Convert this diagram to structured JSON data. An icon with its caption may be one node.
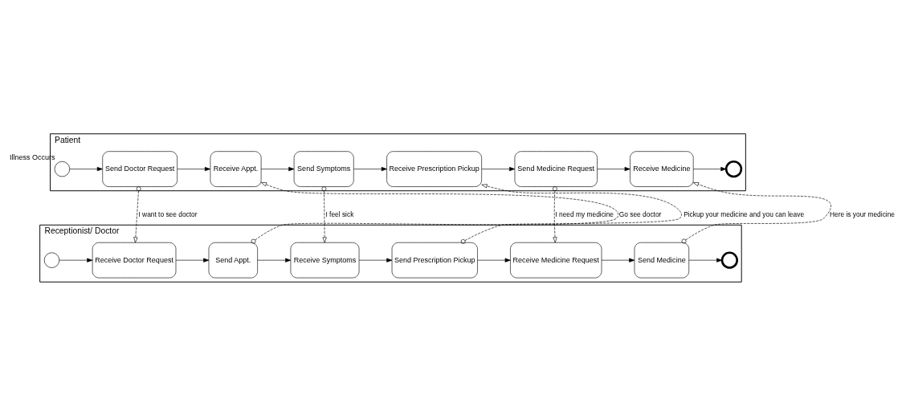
{
  "diagram": {
    "nodes": [
      {
        "text": [
          "Patient"
        ]
      },
      {
        "text": [],
        "shape": "circle",
        "in": 0,
        "beside": [
          "Illness Occurs"
        ]
      },
      {
        "text": [
          "Send Doctor Request"
        ],
        "in": 0
      },
      {
        "text": [
          "Receive Appt."
        ],
        "in": 0
      },
      {
        "text": [
          "Send Symptoms"
        ],
        "in": 0
      },
      {
        "text": [
          "Receive Prescription Pickup"
        ],
        "in": 0
      },
      {
        "text": [
          "Send Medicine Request"
        ],
        "in": 0
      },
      {
        "text": [
          "Receive Medicine"
        ],
        "in": 0
      },
      {
        "text": [],
        "shape": "circle",
        "in": 0
      },
      {
        "text": [
          "Receptionist/ Doctor"
        ]
      },
      {
        "text": [],
        "shape": "circle",
        "in": 9
      },
      {
        "text": [
          "Receive Doctor Request"
        ],
        "in": 9
      },
      {
        "text": [
          "Send Appt."
        ],
        "in": 9
      },
      {
        "text": [
          "Receive Symptoms"
        ],
        "in": 9
      },
      {
        "text": [
          "Send Prescription Pickup"
        ],
        "in": 9
      },
      {
        "text": [
          "Receive Medicine Request"
        ],
        "in": 9
      },
      {
        "text": [
          "Send Medicine"
        ],
        "in": 9
      },
      {
        "text": [],
        "shape": "circle",
        "in": 9
      }
    ],
    "edges": [
      {
        "from": 1,
        "to": 2,
        "arrow": "to"
      },
      {
        "from": 2,
        "to": 3,
        "arrow": "to"
      },
      {
        "from": 3,
        "to": 4,
        "arrow": "to"
      },
      {
        "from": 4,
        "to": 5,
        "arrow": "to"
      },
      {
        "from": 5,
        "to": 6,
        "arrow": "to"
      },
      {
        "from": 6,
        "to": 7,
        "arrow": "to"
      },
      {
        "from": 7,
        "to": 8,
        "arrow": "to"
      },
      {
        "from": 10,
        "to": 11,
        "arrow": "to"
      },
      {
        "from": 11,
        "to": 12,
        "arrow": "to"
      },
      {
        "from": 12,
        "to": 13,
        "arrow": "to"
      },
      {
        "from": 13,
        "to": 14,
        "arrow": "to"
      },
      {
        "from": 14,
        "to": 15,
        "arrow": "to"
      },
      {
        "from": 15,
        "to": 16,
        "arrow": "to"
      },
      {
        "from": 16,
        "to": 17,
        "arrow": "to"
      },
      {
        "from": 2,
        "to": 11,
        "arrow": "to",
        "style": "dashed",
        "label": "I want to see doctor"
      },
      {
        "from": 12,
        "to": 3,
        "arrow": "to",
        "style": "dashed",
        "label": "Go see doctor"
      },
      {
        "from": 4,
        "to": 13,
        "arrow": "to",
        "style": "dashed",
        "label": "I feel sick"
      },
      {
        "from": 14,
        "to": 5,
        "arrow": "to",
        "style": "dashed",
        "label": "Pickup your medicine and you can leave"
      },
      {
        "from": 6,
        "to": 15,
        "arrow": "to",
        "style": "dashed",
        "label": "I need my medicine"
      },
      {
        "from": 16,
        "to": 7,
        "arrow": "to",
        "style": "dashed",
        "label": "Here is your medicine"
      }
    ]
  }
}
